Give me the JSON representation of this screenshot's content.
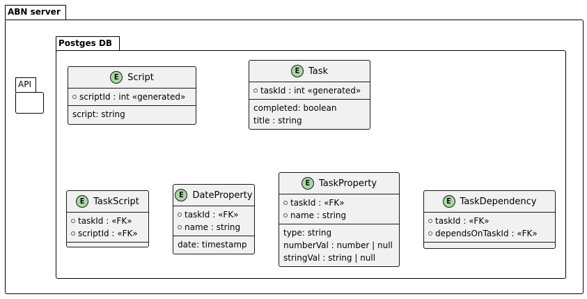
{
  "packages": {
    "server": "ABN server",
    "db": "Postges DB",
    "api": "API"
  },
  "entities": {
    "script": {
      "name": "Script",
      "keys": [
        "scriptId : int «generated»"
      ],
      "attrs": [
        "script: string"
      ]
    },
    "task": {
      "name": "Task",
      "keys": [
        "taskId : int «generated»"
      ],
      "attrs": [
        "completed: boolean",
        "title : string"
      ]
    },
    "taskScript": {
      "name": "TaskScript",
      "keys": [
        "taskId : «FK»",
        "scriptId : «FK»"
      ],
      "attrs": []
    },
    "dateProperty": {
      "name": "DateProperty",
      "keys": [
        "taskId : «FK»",
        "name : string"
      ],
      "attrs": [
        "date: timestamp"
      ]
    },
    "taskProperty": {
      "name": "TaskProperty",
      "keys": [
        "taskId : «FK»",
        "name : string"
      ],
      "attrs": [
        "type: string",
        "numberVal : number | null",
        "stringVal : string | null"
      ]
    },
    "taskDependency": {
      "name": "TaskDependency",
      "keys": [
        "taskId : «FK»",
        "dependsOnTaskId : «FK»"
      ],
      "attrs": []
    }
  },
  "icon_letter": "E"
}
